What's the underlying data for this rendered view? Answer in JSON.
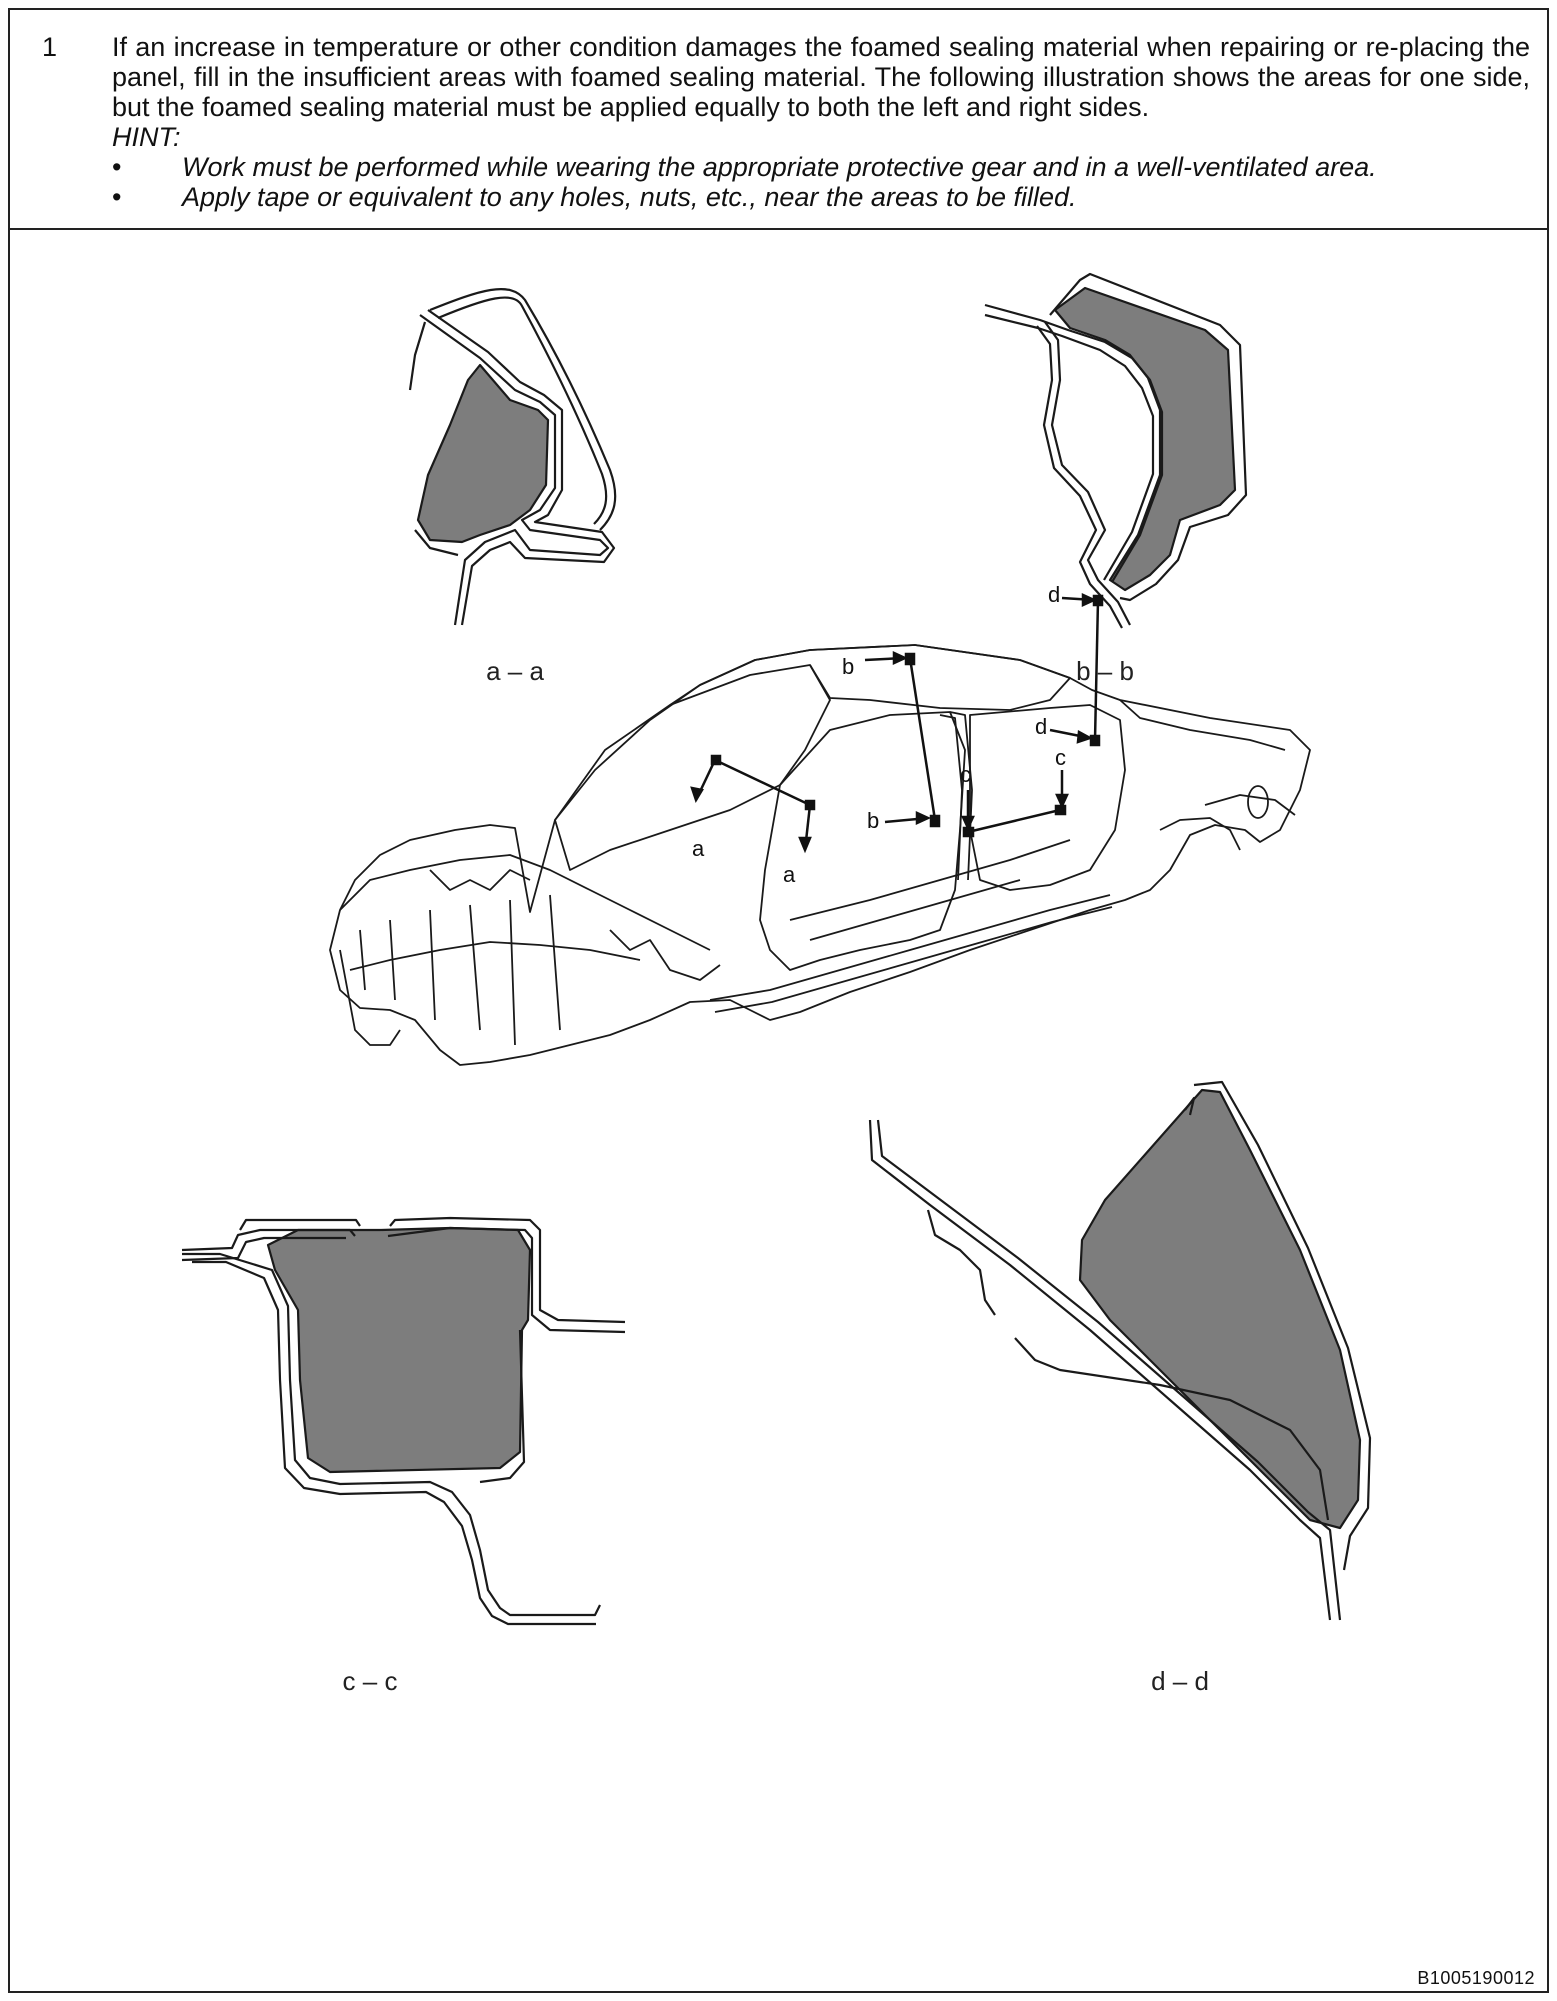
{
  "step": {
    "number": "1",
    "text": "If an increase in temperature or other condition damages the foamed sealing material when repairing or re-placing the panel, fill in the insufficient areas with foamed sealing material. The following illustration shows the areas for one side, but the foamed sealing material must be applied equally to both the left and right sides.",
    "hint_label": "HINT:",
    "hints": [
      "Work must be performed while wearing the appropriate protective gear and in a well-ventilated area.",
      "Apply tape or equivalent to any holes, nuts, etc., near the areas to be filled."
    ],
    "bullet": "•"
  },
  "illustration": {
    "section_captions": {
      "aa": "a – a",
      "bb": "b – b",
      "cc": "c – c",
      "dd": "d – d"
    },
    "callouts": {
      "a": "a",
      "b": "b",
      "c": "c",
      "d": "d"
    },
    "figure_code": "B1005190012",
    "colors": {
      "sealant_fill": "#7d7d7d",
      "line": "#1a1a1a"
    }
  }
}
